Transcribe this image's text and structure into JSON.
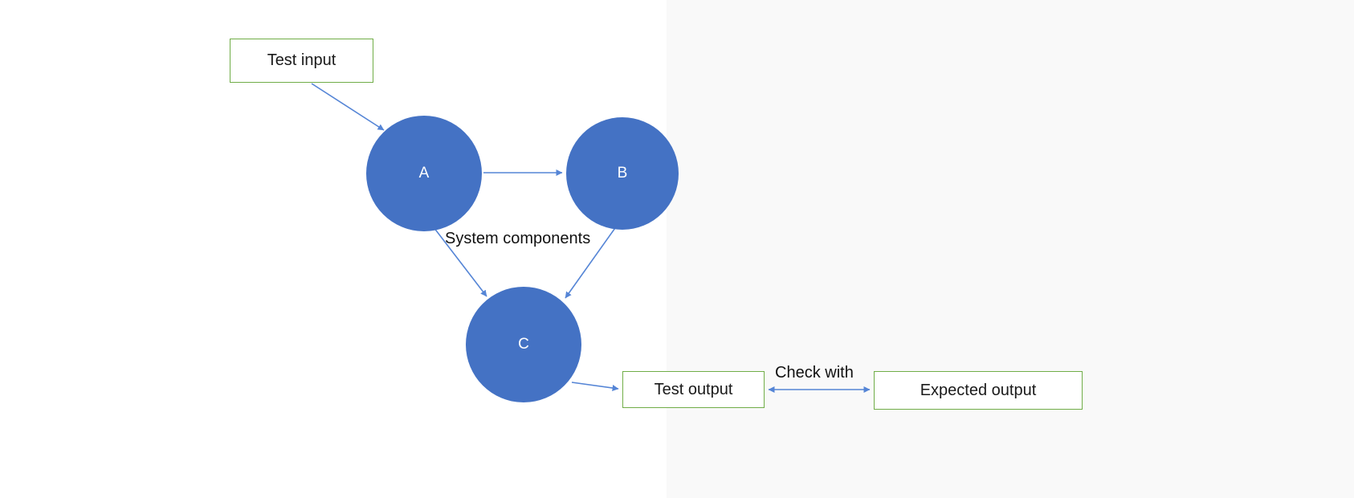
{
  "diagram": {
    "type": "system-testing-flow",
    "boxes": {
      "test_input": {
        "label": "Test input"
      },
      "test_output": {
        "label": "Test output"
      },
      "expected_output": {
        "label": "Expected output"
      }
    },
    "nodes": [
      {
        "id": "A",
        "label": "A"
      },
      {
        "id": "B",
        "label": "B"
      },
      {
        "id": "C",
        "label": "C"
      }
    ],
    "labels": {
      "system_components": "System components",
      "check_with": "Check with"
    },
    "edges": [
      {
        "from": "test_input",
        "to": "A"
      },
      {
        "from": "A",
        "to": "B"
      },
      {
        "from": "A",
        "to": "C"
      },
      {
        "from": "B",
        "to": "C"
      },
      {
        "from": "C",
        "to": "test_output"
      },
      {
        "from": "test_output",
        "to": "expected_output",
        "bidirectional": true,
        "label": "Check with"
      }
    ],
    "colors": {
      "node_fill": "#4472C4",
      "box_border": "#70AD47",
      "arrow": "#5585d6",
      "text": "#111111",
      "node_text": "#ffffff"
    }
  }
}
